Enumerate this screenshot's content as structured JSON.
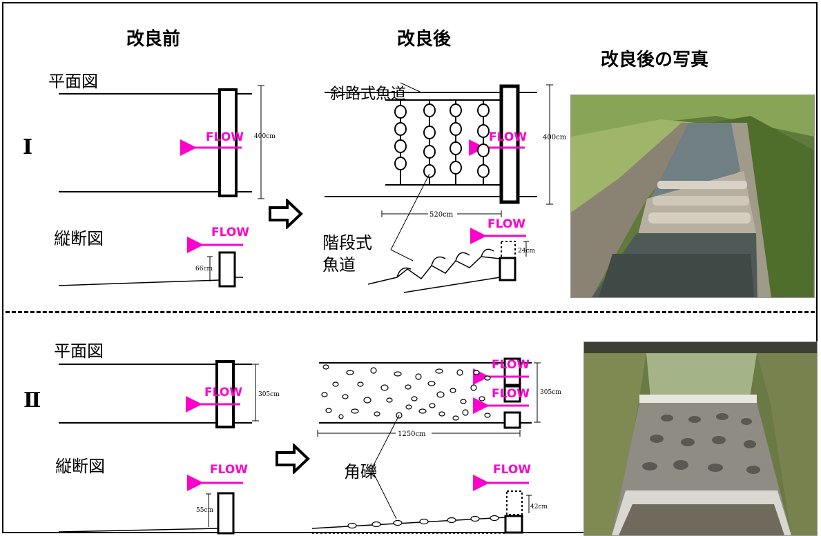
{
  "headers": {
    "before": "改良前",
    "after": "改良後",
    "photo": "改良後の写真"
  },
  "rows": [
    {
      "roman": "Ⅰ",
      "plan_label": "平面図",
      "profile_label": "縦断図",
      "before_width_dim": "400cm",
      "before_height_dim": "66cm",
      "after_fishway_label": "斜路式魚道",
      "after_step_label_1": "階段式",
      "after_step_label_2": "魚道",
      "after_width_dim": "400cm",
      "after_length_dim": "520cm",
      "after_height_dim": "24cm",
      "flow": "FLOW"
    },
    {
      "roman": "Ⅱ",
      "plan_label": "平面図",
      "profile_label": "縦断図",
      "before_width_dim": "305cm",
      "before_height_dim": "55cm",
      "after_stone_label": "角礫",
      "after_width_dim": "305cm",
      "after_length_dim": "1250cm",
      "after_height_dim": "42cm",
      "flow": "FLOW"
    }
  ],
  "colors": {
    "flow": "#ff00cc",
    "line": "#000000"
  },
  "icons": {
    "transition": "hollow-right-arrow-icon"
  }
}
